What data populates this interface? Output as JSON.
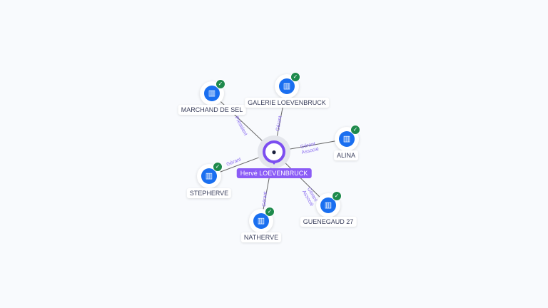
{
  "center": {
    "name": "Hervé LOEVENBRUCK",
    "icon": "person-icon"
  },
  "companies": [
    {
      "name": "MARCHAND DE SEL",
      "relation": "Président"
    },
    {
      "name": "GALERIE LOEVENBRUCK",
      "relation": "Gérant"
    },
    {
      "name": "ALINA",
      "relation": "Gérant Associé"
    },
    {
      "name": "STEPHERVE",
      "relation": "Gérant"
    },
    {
      "name": "NATHERVE",
      "relation": "Gérant"
    },
    {
      "name": "GUENEGAUD 27",
      "relation": "Gérant Associé"
    }
  ],
  "colors": {
    "accent": "#7c4ef0",
    "company": "#1a6ff0",
    "verified": "#1e8a4c"
  }
}
